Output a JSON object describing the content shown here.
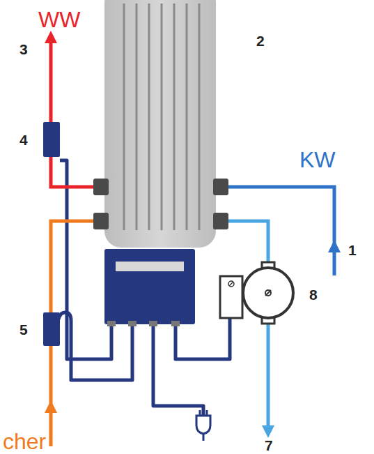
{
  "diagram": {
    "labels": [
      "WW",
      "3",
      "4",
      "2",
      "KW",
      "1",
      "5",
      "8",
      "cher",
      "7"
    ]
  }
}
